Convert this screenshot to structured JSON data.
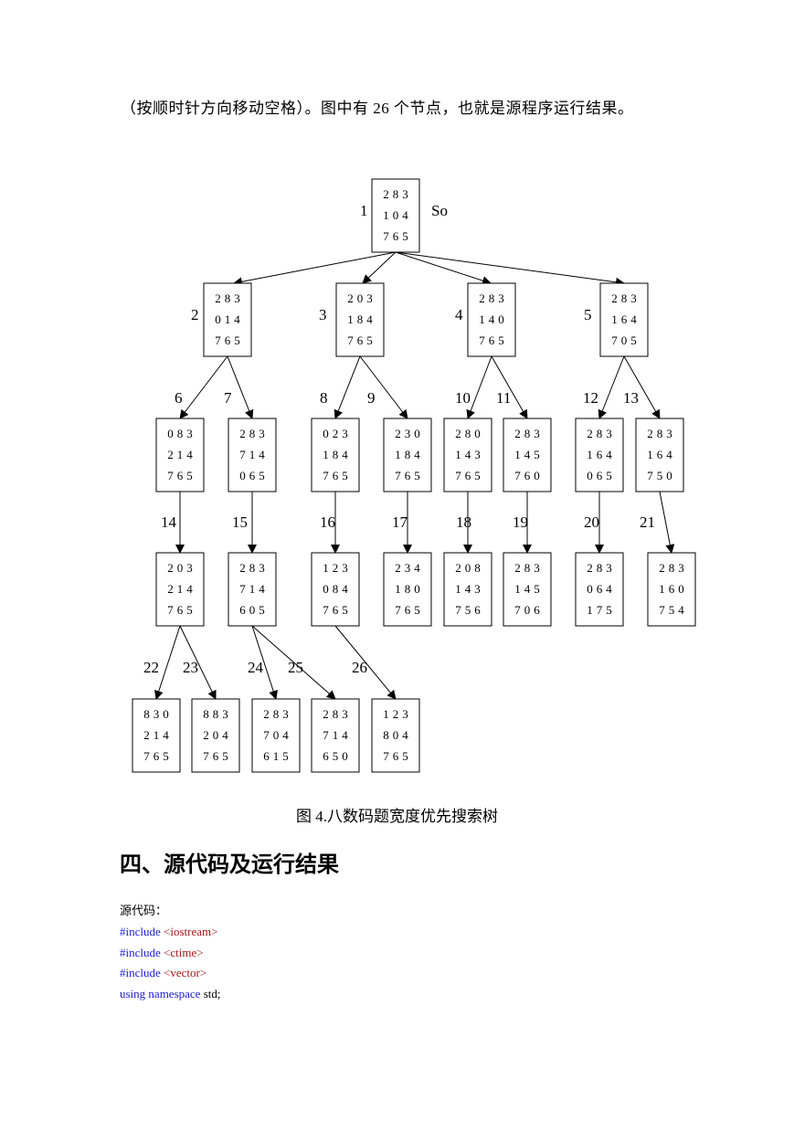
{
  "intro_text": "（按顺时针方向移动空格）。图中有 26 个节点，也就是源程序运行结果。",
  "root_tag": "So",
  "nodes": [
    {
      "label": "1",
      "rows": [
        "2 8 3",
        "1 0 4",
        "7 6 5"
      ]
    },
    {
      "label": "2",
      "rows": [
        "2 8 3",
        "0 1 4",
        "7 6 5"
      ]
    },
    {
      "label": "3",
      "rows": [
        "2 0 3",
        "1 8 4",
        "7 6 5"
      ]
    },
    {
      "label": "4",
      "rows": [
        "2 8 3",
        "1 4 0",
        "7 6 5"
      ]
    },
    {
      "label": "5",
      "rows": [
        "2 8 3",
        "1 6 4",
        "7 0 5"
      ]
    },
    {
      "label": "6",
      "rows": [
        "0 8 3",
        "2 1 4",
        "7 6 5"
      ]
    },
    {
      "label": "7",
      "rows": [
        "2 8 3",
        "7 1 4",
        "0 6 5"
      ]
    },
    {
      "label": "8",
      "rows": [
        "0 2 3",
        "1 8 4",
        "7 6 5"
      ]
    },
    {
      "label": "9",
      "rows": [
        "2 3 0",
        "1 8 4",
        "7 6 5"
      ]
    },
    {
      "label": "10",
      "rows": [
        "2 8 0",
        "1 4 3",
        "7 6 5"
      ]
    },
    {
      "label": "11",
      "rows": [
        "2 8 3",
        "1 4 5",
        "7 6 0"
      ]
    },
    {
      "label": "12",
      "rows": [
        "2 8 3",
        "1 6 4",
        "0 6 5"
      ]
    },
    {
      "label": "13",
      "rows": [
        "2 8 3",
        "1 6 4",
        "7 5 0"
      ]
    },
    {
      "label": "14",
      "rows": [
        "2 0 3",
        "2 1 4",
        "7 6 5"
      ]
    },
    {
      "label": "15",
      "rows": [
        "2 8 3",
        "7 1 4",
        "6 0 5"
      ]
    },
    {
      "label": "16",
      "rows": [
        "1 2 3",
        "0 8 4",
        "7 6 5"
      ]
    },
    {
      "label": "17",
      "rows": [
        "2 3 4",
        "1 8 0",
        "7 6 5"
      ]
    },
    {
      "label": "18",
      "rows": [
        "2 0 8",
        "1 4 3",
        "7 5 6"
      ]
    },
    {
      "label": "19",
      "rows": [
        "2 8 3",
        "1 4 5",
        "7 0 6"
      ]
    },
    {
      "label": "20",
      "rows": [
        "2 8 3",
        "0 6 4",
        "1 7 5"
      ]
    },
    {
      "label": "21",
      "rows": [
        "2 8 3",
        "1 6 0",
        "7 5 4"
      ]
    },
    {
      "label": "22",
      "rows": [
        "8 3 0",
        "2 1 4",
        "7 6 5"
      ]
    },
    {
      "label": "23",
      "rows": [
        "8 8 3",
        "2 0 4",
        "7 6 5"
      ]
    },
    {
      "label": "24",
      "rows": [
        "2 8 3",
        "7 0 4",
        "6 1 5"
      ]
    },
    {
      "label": "25",
      "rows": [
        "2 8 3",
        "7 1 4",
        "6 5 0"
      ]
    },
    {
      "label": "26",
      "rows": [
        "1 2 3",
        "8 0 4",
        "7 6 5"
      ]
    }
  ],
  "edges": [
    [
      1,
      2
    ],
    [
      1,
      3
    ],
    [
      1,
      4
    ],
    [
      1,
      5
    ],
    [
      2,
      6
    ],
    [
      2,
      7
    ],
    [
      3,
      8
    ],
    [
      3,
      9
    ],
    [
      4,
      10
    ],
    [
      4,
      11
    ],
    [
      5,
      12
    ],
    [
      5,
      13
    ],
    [
      6,
      14
    ],
    [
      7,
      15
    ],
    [
      8,
      16
    ],
    [
      9,
      17
    ],
    [
      10,
      18
    ],
    [
      11,
      19
    ],
    [
      12,
      20
    ],
    [
      13,
      21
    ],
    [
      14,
      22
    ],
    [
      14,
      23
    ],
    [
      15,
      24
    ],
    [
      15,
      25
    ],
    [
      16,
      26
    ]
  ],
  "caption": "图 4.八数码题宽度优先搜索树",
  "section_title": "四、源代码及运行结果",
  "code_label": "源代码：",
  "code": {
    "line1_kw": "#include",
    "line1_arg": "<iostream>",
    "line2_kw": "#include",
    "line2_arg": "<ctime>",
    "line3_kw": "#include",
    "line3_arg": "<vector>",
    "line4_kw": "using namespace",
    "line4_rest": " std;"
  }
}
